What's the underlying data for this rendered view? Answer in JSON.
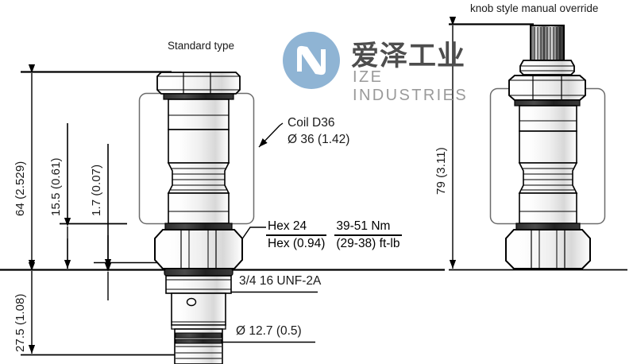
{
  "drawing": {
    "title_left": "Standard type",
    "title_right": "knob style manual override"
  },
  "dimensions": {
    "overall_height": "64 (2.529)",
    "coil_top_offset": "15.5 (0.61)",
    "shoulder_offset": "1.7 (0.07)",
    "below_centerline": "27.5 (1.08)",
    "override_height": "79 (3.11)"
  },
  "annotations": {
    "coil_line1": "Coil D36",
    "coil_line2": "Ø 36 (1.42)",
    "hex_num": "Hex 24",
    "hex_den": "Hex (0.94)",
    "torque_num": "39-51 Nm",
    "torque_den": "(29-38) ft-lb",
    "thread": "3/4 16 UNF-2A",
    "nose_dia": "Ø 12.7 (0.5)"
  },
  "logo": {
    "cn_name": "爱泽工业",
    "en_name": "IZE INDUSTRIES",
    "mark_color": "#8fb4d4",
    "cn_color": "#4d4d4d",
    "en_color": "#9a9a9a"
  },
  "style": {
    "line_color": "#000000",
    "coil_box_color": "#6b6b6b",
    "shade_color": "#2b2b2b"
  }
}
